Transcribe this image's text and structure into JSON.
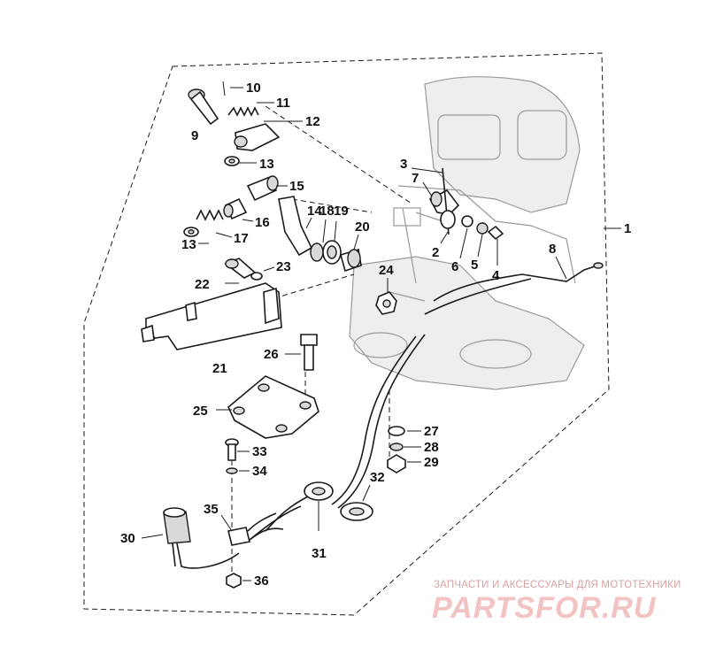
{
  "callouts": [
    {
      "id": "1",
      "text": "1"
    },
    {
      "id": "2",
      "text": "2"
    },
    {
      "id": "3",
      "text": "3"
    },
    {
      "id": "4",
      "text": "4"
    },
    {
      "id": "5",
      "text": "5"
    },
    {
      "id": "6",
      "text": "6"
    },
    {
      "id": "7",
      "text": "7"
    },
    {
      "id": "8",
      "text": "8"
    },
    {
      "id": "9",
      "text": "9"
    },
    {
      "id": "10",
      "text": "10"
    },
    {
      "id": "11",
      "text": "11"
    },
    {
      "id": "12",
      "text": "12"
    },
    {
      "id": "13a",
      "text": "13"
    },
    {
      "id": "13b",
      "text": "13"
    },
    {
      "id": "14",
      "text": "14"
    },
    {
      "id": "15",
      "text": "15"
    },
    {
      "id": "16",
      "text": "16"
    },
    {
      "id": "17",
      "text": "17"
    },
    {
      "id": "18",
      "text": "18"
    },
    {
      "id": "19",
      "text": "19"
    },
    {
      "id": "20",
      "text": "20"
    },
    {
      "id": "21",
      "text": "21"
    },
    {
      "id": "22",
      "text": "22"
    },
    {
      "id": "23",
      "text": "23"
    },
    {
      "id": "24",
      "text": "24"
    },
    {
      "id": "25",
      "text": "25"
    },
    {
      "id": "26",
      "text": "26"
    },
    {
      "id": "27",
      "text": "27"
    },
    {
      "id": "28",
      "text": "28"
    },
    {
      "id": "29",
      "text": "29"
    },
    {
      "id": "30",
      "text": "30"
    },
    {
      "id": "31",
      "text": "31"
    },
    {
      "id": "32",
      "text": "32"
    },
    {
      "id": "33",
      "text": "33"
    },
    {
      "id": "34",
      "text": "34"
    },
    {
      "id": "35",
      "text": "35"
    },
    {
      "id": "36",
      "text": "36"
    }
  ],
  "watermark": {
    "tagline": "ЗАПЧАСТИ И АКСЕССУАРЫ ДЛЯ МОТОТЕХНИКИ",
    "logo": "PARTSFOR.RU"
  }
}
